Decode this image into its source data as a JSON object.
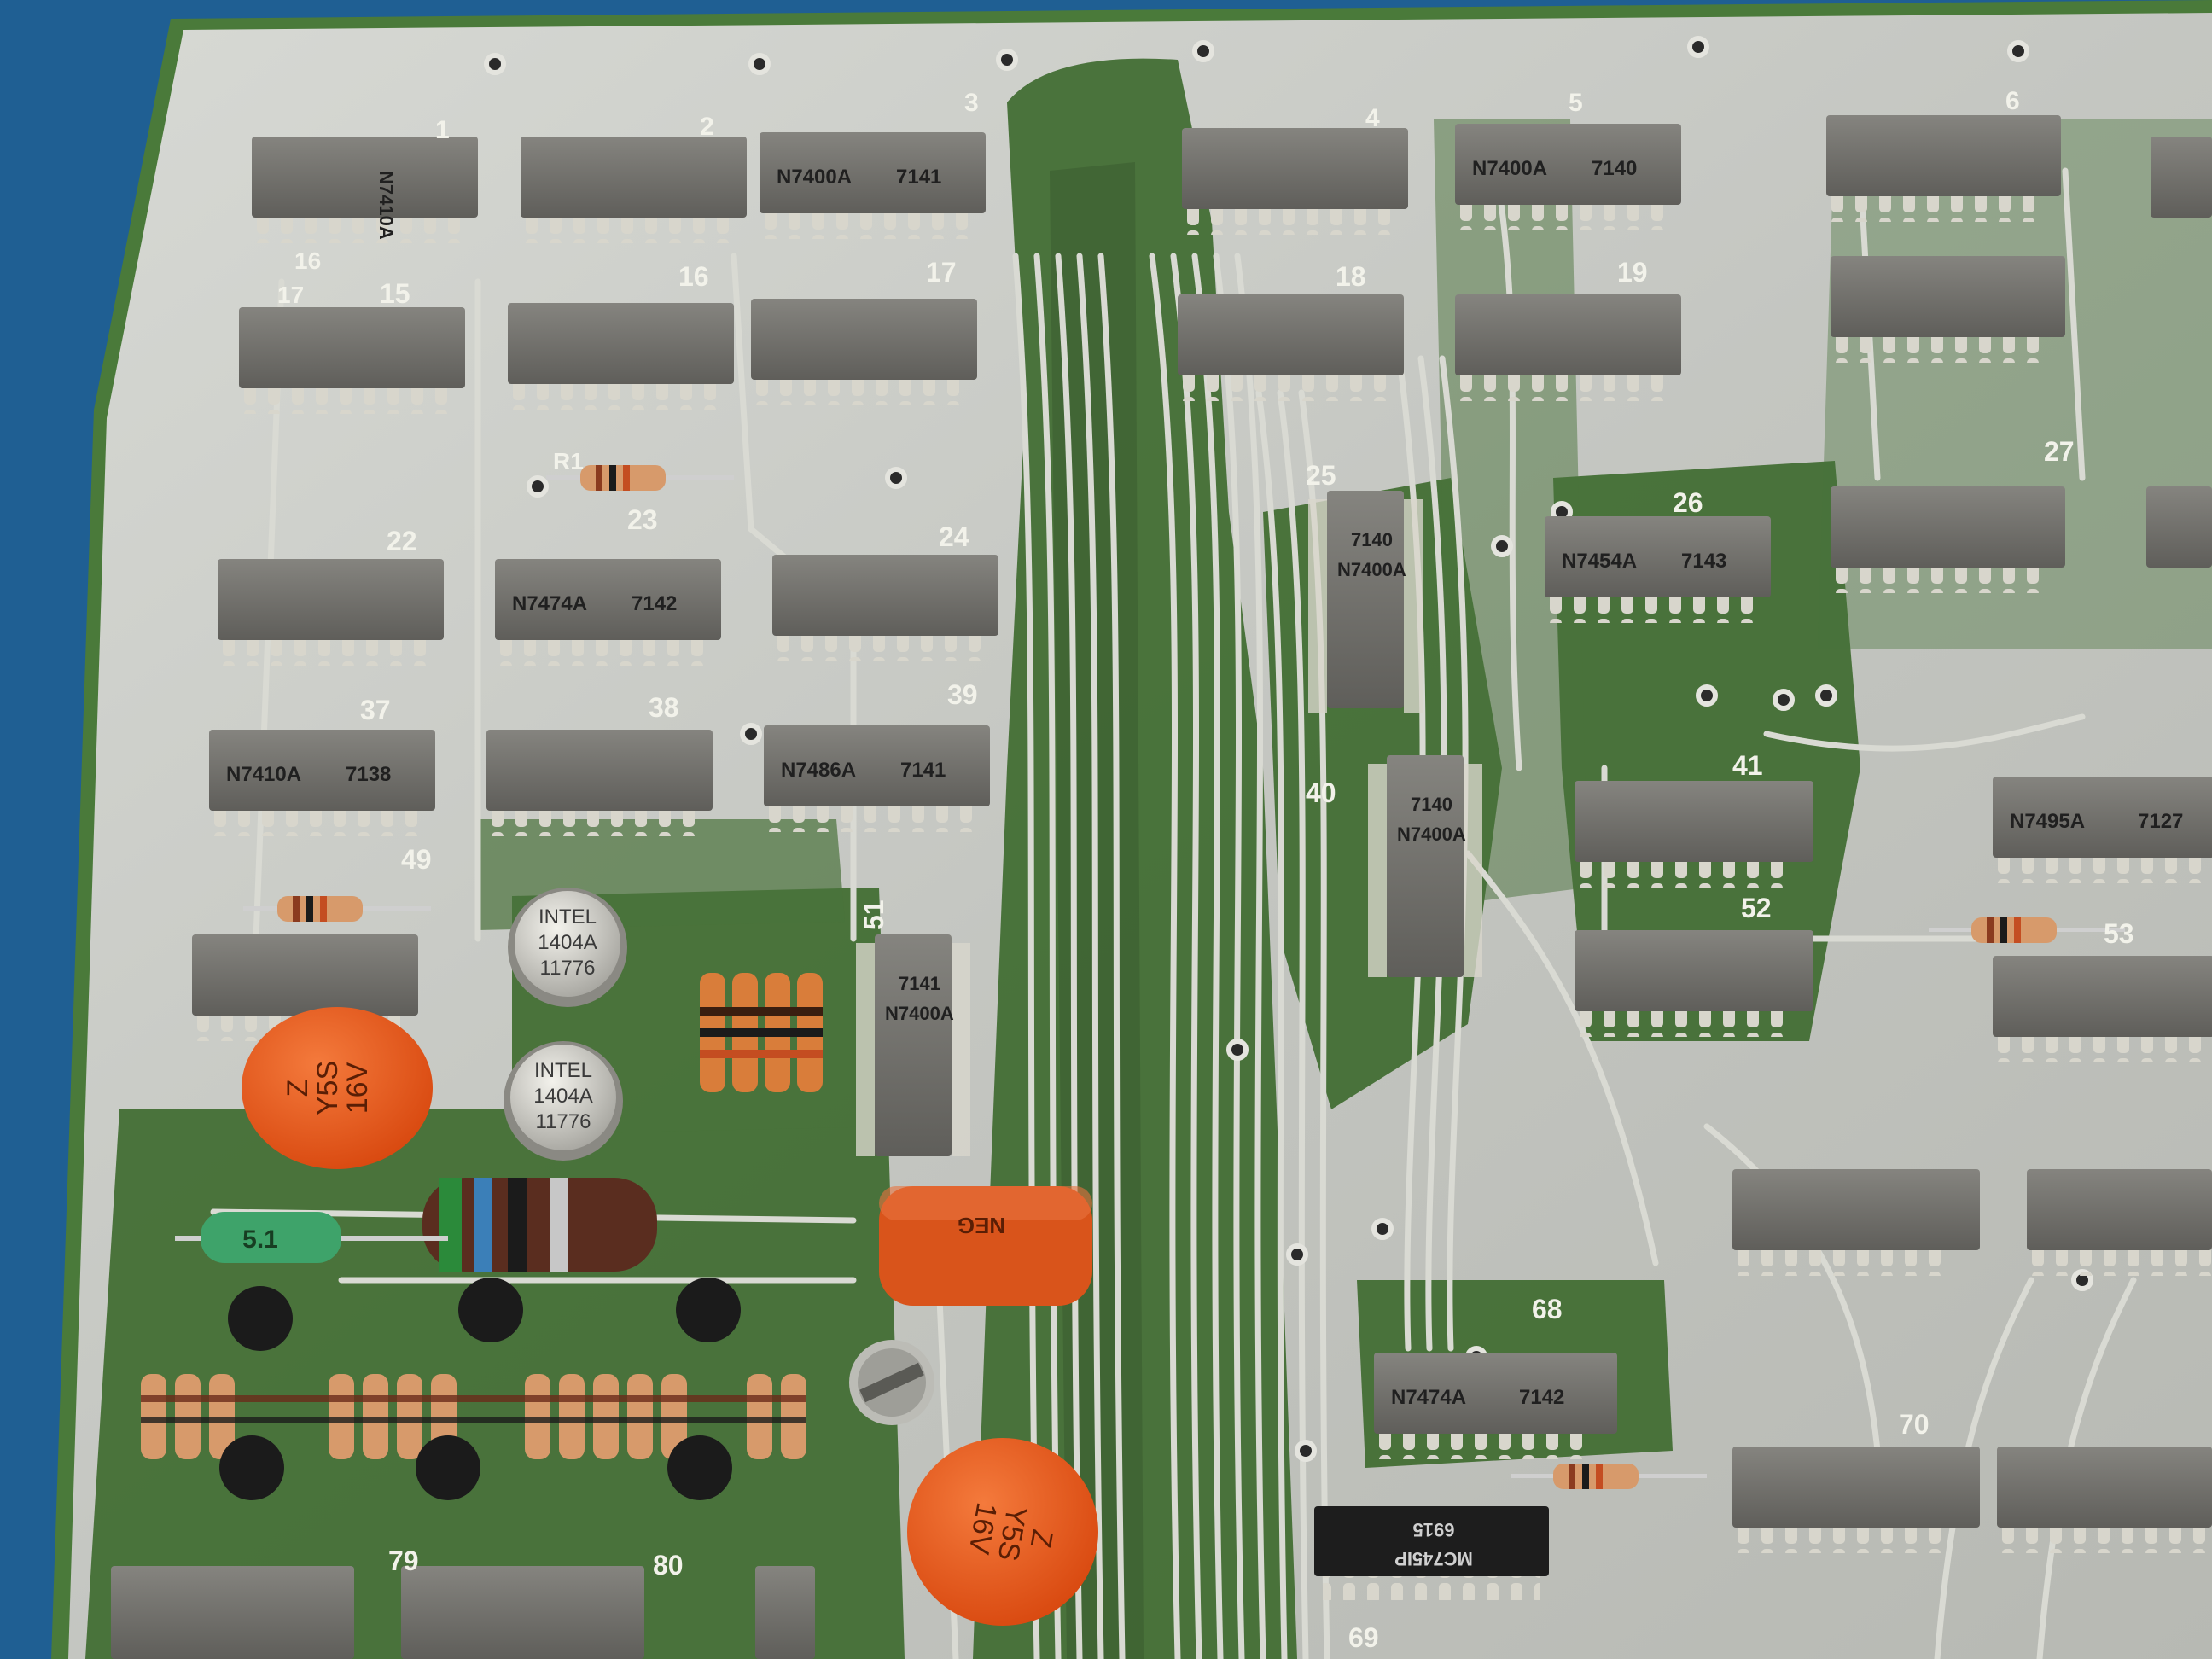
{
  "board": {
    "colors": {
      "background": "#1f5f93",
      "board_metal": "#c9cbc6",
      "solder_mask": "#3f6b2f",
      "trace": "#dcdcd6",
      "chip_body": "#6f6e6a",
      "ceramic_cap": "#ec5a1c",
      "electrolytic_cap": "#d9541b"
    },
    "silk_labels": [
      "1",
      "2",
      "3",
      "4",
      "5",
      "6",
      "15",
      "16",
      "17",
      "18",
      "19",
      "22",
      "23",
      "24",
      "25",
      "26",
      "27",
      "37",
      "38",
      "39",
      "40",
      "41",
      "49",
      "51",
      "52",
      "53",
      "68",
      "69",
      "70",
      "79",
      "80",
      "R1"
    ],
    "chips": [
      {
        "marking": "N7400A",
        "date": "7141"
      },
      {
        "marking": "N7410A",
        "date": "7138"
      },
      {
        "marking": "N7474A",
        "date": "7142"
      },
      {
        "marking": "N7486A",
        "date": "7141"
      },
      {
        "marking": "N7400A",
        "date": "7140"
      },
      {
        "marking": "N7454A",
        "date": "7143"
      },
      {
        "marking": "N7495A",
        "date": "7127"
      }
    ],
    "cans": [
      {
        "line1": "INTEL",
        "line2": "1404A",
        "line3": "11776"
      },
      {
        "line1": "INTEL",
        "line2": "1404A",
        "line3": "11776"
      }
    ],
    "ic_bottom": {
      "marking": "MC745IP",
      "code": "6915"
    },
    "cap_ceramic_1": {
      "line1": "Z",
      "line2": "Y5S",
      "line3": "16V"
    },
    "cap_ceramic_2": {
      "line1": "Z",
      "line2": "Y5S",
      "line3": "16V"
    },
    "cap_electrolytic": {
      "label": "NEG"
    },
    "diode_label": "5.1"
  }
}
